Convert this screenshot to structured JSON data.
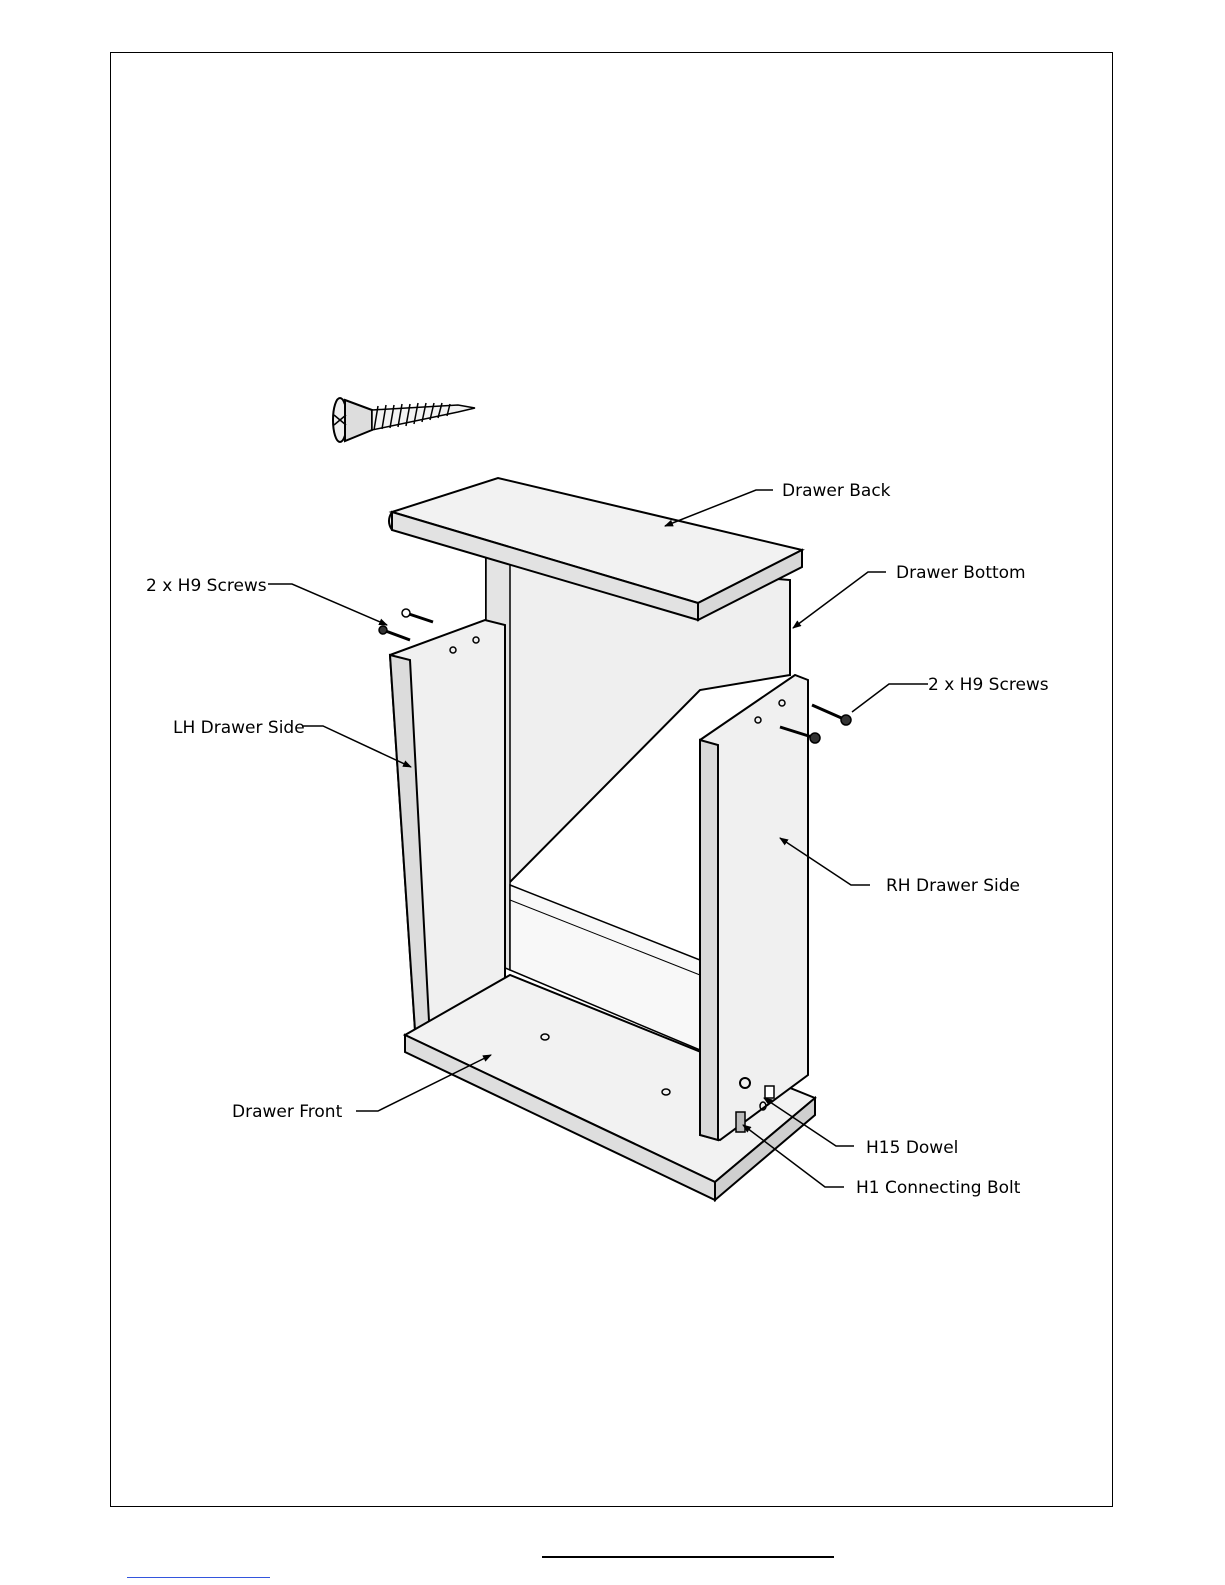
{
  "labels": {
    "drawer_back": "Drawer Back",
    "drawer_bottom": "Drawer Bottom",
    "screws_left": "2 x H9 Screws",
    "screws_right": "2 x H9 Screws",
    "lh_side": "LH Drawer Side",
    "rh_side": "RH Drawer Side",
    "drawer_front": "Drawer Front",
    "dowel": "H15 Dowel",
    "bolt": "H1 Connecting Bolt"
  }
}
